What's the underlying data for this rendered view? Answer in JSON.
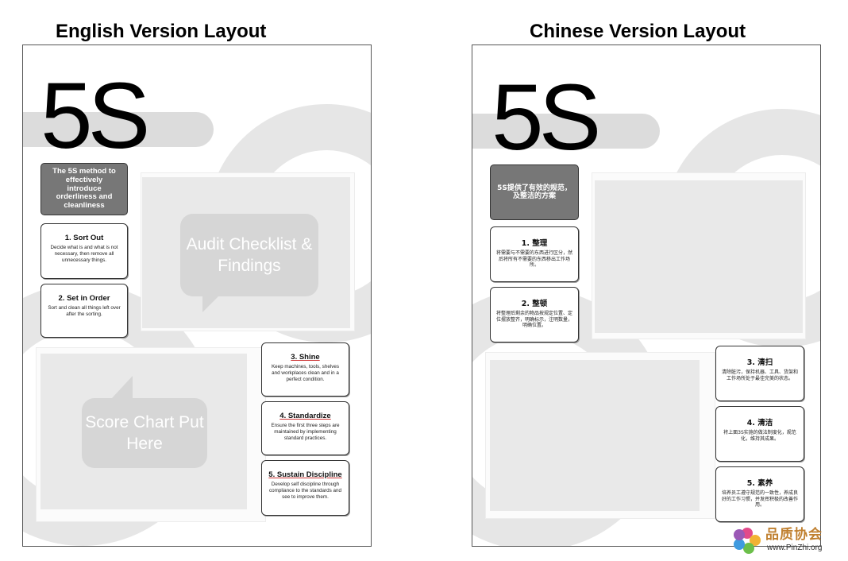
{
  "headings": {
    "english": "English Version Layout",
    "chinese": "Chinese Version Layout"
  },
  "english": {
    "big_title": "5S",
    "intro": "The 5S method to effectively introduce orderliness and cleanliness",
    "steps": [
      {
        "title": "1. Sort Out",
        "desc": "Decide what is and what is not necessary, then remove all unnecessary things."
      },
      {
        "title": "2. Set in Order",
        "desc": "Sort and clean all things left over after the sorting."
      },
      {
        "title": "3. Shine",
        "desc": "Keep machines, tools, shelves and workplaces clean and in a perfect condition."
      },
      {
        "title": "4. Standardize",
        "desc": "Ensure the first three steps are maintained by implementing standard practices."
      },
      {
        "title": "5. Sustain Discipline",
        "desc": "Develop self discipline through compliance to the standards and see to improve them."
      }
    ],
    "audit_bubble": "Audit Checklist & Findings",
    "score_bubble": "Score Chart Put Here"
  },
  "chinese": {
    "big_title": "5S",
    "intro": "5S提供了有效的规范，及整洁的方案",
    "steps": [
      {
        "title": "1. 整理",
        "desc": "将需要与不需要的东西进行区分，然后将所有不需要的东西移出工作场所。"
      },
      {
        "title": "2. 整顿",
        "desc": "将整理后剩余的物品按规定位置、定位摆放整齐，明确标示，注明数量，明确位置。"
      },
      {
        "title": "3. 清扫",
        "desc": "清除脏污，保持机器、工具、货架和工作场所处于最佳完美的状态。"
      },
      {
        "title": "4. 清洁",
        "desc": "将上面3S实施的做法制度化，规范化，维持其成果。"
      },
      {
        "title": "5. 素养",
        "desc": "培养员工遵守规范的一致性，养成良好的工作习惯，并发挥积极的改善作用。"
      }
    ]
  },
  "watermark": {
    "name": "品质协会",
    "url": "www.PinZhi.org"
  }
}
